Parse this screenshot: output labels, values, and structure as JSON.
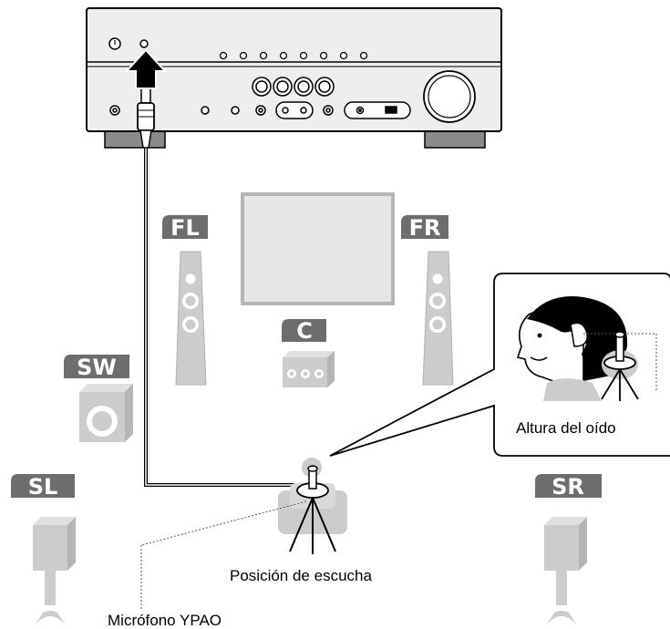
{
  "speakers": {
    "fl": "FL",
    "fr": "FR",
    "c": "C",
    "sw": "SW",
    "sl": "SL",
    "sr": "SR"
  },
  "labels": {
    "ear_height": "Altura del oído",
    "listening_position": "Posición de escucha",
    "mic": "Micrófono YPAO"
  },
  "colors": {
    "badge": "#6d6d6d",
    "speaker_fill": "#cccccc",
    "receiver_fill": "#eeeeee",
    "tv_fill": "#e6e6e6"
  }
}
